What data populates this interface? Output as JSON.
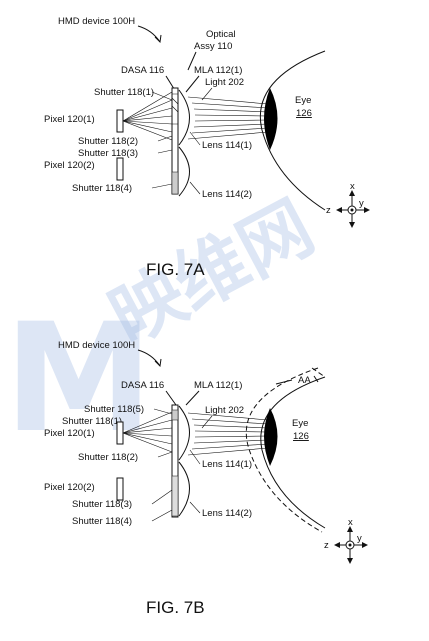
{
  "watermark": {
    "brand_glyph": "M",
    "text": "映维网",
    "color": "#9fb9e3"
  },
  "figure_a": {
    "caption": "FIG. 7A",
    "labels": {
      "hmd": "HMD device 100H",
      "optical_1": "Optical",
      "optical_2": "Assy 110",
      "dasa": "DASA 116",
      "mla": "MLA 112(1)",
      "shutter1": "Shutter 118(1)",
      "light": "Light 202",
      "pixel1": "Pixel 120(1)",
      "shutter2": "Shutter 118(2)",
      "shutter3": "Shutter 118(3)",
      "pixel2": "Pixel 120(2)",
      "lens1": "Lens 114(1)",
      "shutter4": "Shutter 118(4)",
      "lens2": "Lens 114(2)",
      "eye": "Eye",
      "eye_num": "126"
    },
    "axes": {
      "x": "x",
      "y": "y",
      "z": "z"
    }
  },
  "figure_b": {
    "caption": "FIG. 7B",
    "labels": {
      "hmd": "HMD device 100H",
      "dasa": "DASA 116",
      "mla": "MLA 112(1)",
      "shutter5": "Shutter 118(5)",
      "shutter1": "Shutter 118(1)",
      "light": "Light 202",
      "pixel1": "Pixel 120(1)",
      "shutter2": "Shutter 118(2)",
      "lens1": "Lens 114(1)",
      "pixel2": "Pixel 120(2)",
      "shutter3": "Shutter 118(3)",
      "shutter4": "Shutter 118(4)",
      "lens2": "Lens 114(2)",
      "eye": "Eye",
      "eye_num": "126",
      "aa": "AA"
    },
    "axes": {
      "x": "x",
      "y": "y",
      "z": "z"
    }
  }
}
